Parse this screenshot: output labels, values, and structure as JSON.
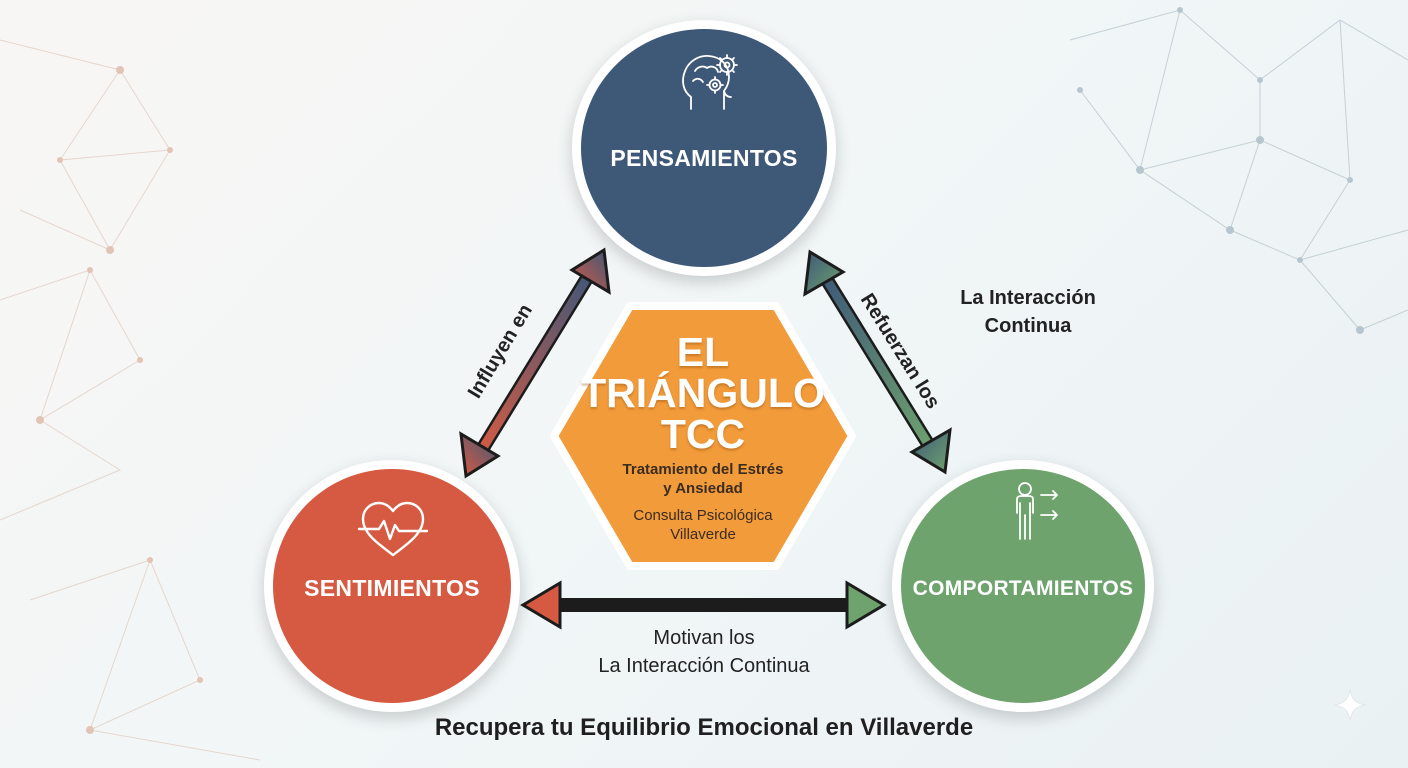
{
  "nodes": {
    "thoughts": {
      "label": "PENSAMIENTOS",
      "icon": "brain-gears-icon",
      "color": "#3e5878"
    },
    "feelings": {
      "label": "SENTIMIENTOS",
      "icon": "heart-pulse-icon",
      "color": "#d65a42"
    },
    "behaviors": {
      "label": "COMPORTAMIENTOS",
      "icon": "person-arrows-icon",
      "color": "#6fa36e"
    }
  },
  "center": {
    "title_line1": "EL",
    "title_line2": "TRIÁNGULO",
    "title_line3": "TCC",
    "subtitle_line1": "Tratamiento del Estrés",
    "subtitle_line2": "y Ansiedad",
    "clinic_line1": "Consulta Psicológica",
    "clinic_line2": "Villaverde",
    "color": "#f29b3a"
  },
  "arrows": {
    "left": {
      "label": "Influyen en"
    },
    "right": {
      "label": "Refuerzan los"
    },
    "bottom": {
      "line1": "Motivan los",
      "line2": "La Interacción Continua"
    }
  },
  "side_note": {
    "line1": "La Interacción",
    "line2": "Continua"
  },
  "footer": "Recupera tu Equilibrio Emocional en Villaverde"
}
